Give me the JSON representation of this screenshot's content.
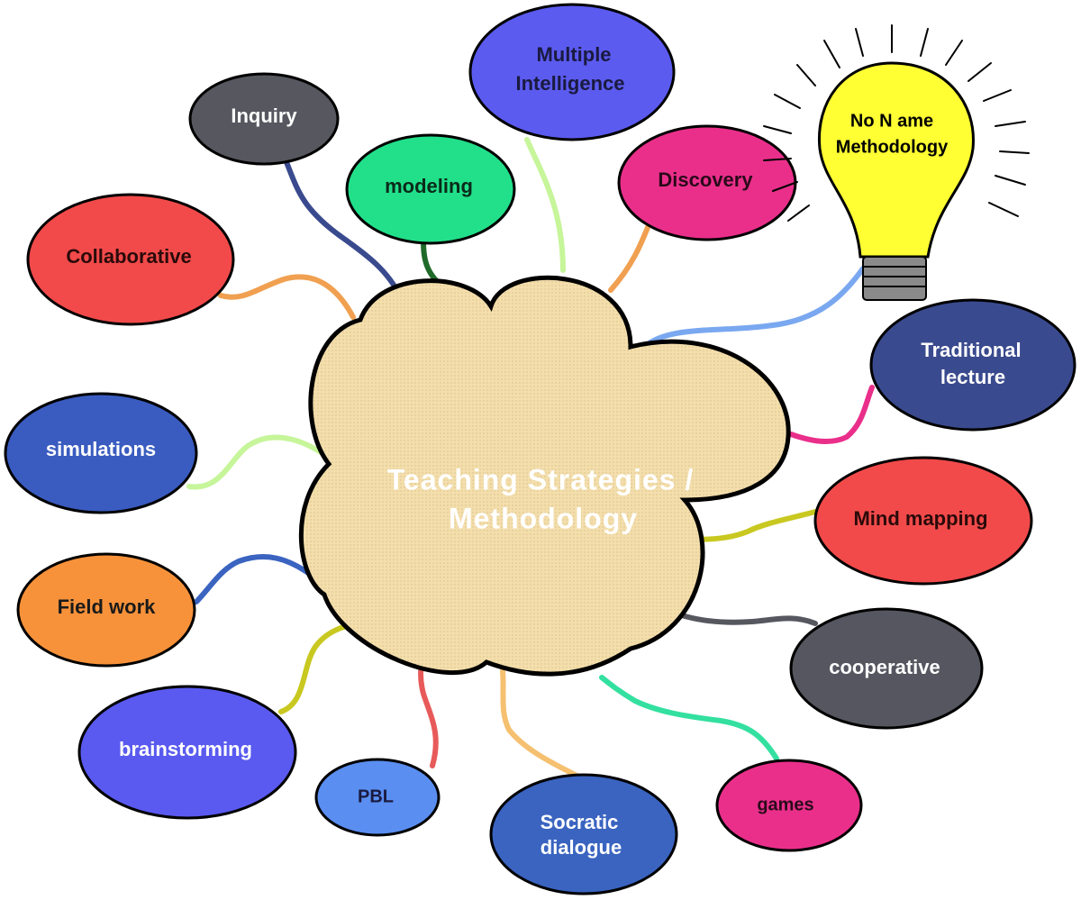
{
  "diagram": {
    "center": {
      "line1": "Teaching Strategies /",
      "line2": "Methodology"
    },
    "nodes": [
      {
        "id": "multiple-intelligence",
        "lines": [
          "Multiple",
          "Intelligence"
        ],
        "color": "#5b5bf0",
        "text_color": "#1a1a40"
      },
      {
        "id": "inquiry",
        "lines": [
          "Inquiry"
        ],
        "color": "#56575f",
        "text_color": "#ffffff"
      },
      {
        "id": "modeling",
        "lines": [
          "modeling"
        ],
        "color": "#22e08a",
        "text_color": "#0a2a1a"
      },
      {
        "id": "discovery",
        "lines": [
          "Discovery"
        ],
        "color": "#ea2f8b",
        "text_color": "#2a0a1a"
      },
      {
        "id": "collaborative",
        "lines": [
          "Collaborative"
        ],
        "color": "#f24a4a",
        "text_color": "#2a0a0a"
      },
      {
        "id": "traditional-lecture",
        "lines": [
          "Traditional",
          "lecture"
        ],
        "color": "#3a4a8e",
        "text_color": "#ffffff"
      },
      {
        "id": "simulations",
        "lines": [
          "simulations"
        ],
        "color": "#3a5cc0",
        "text_color": "#ffffff"
      },
      {
        "id": "mind-mapping",
        "lines": [
          "Mind mapping"
        ],
        "color": "#f24a4a",
        "text_color": "#2a0a0a"
      },
      {
        "id": "field-work",
        "lines": [
          "Field work"
        ],
        "color": "#f7923a",
        "text_color": "#1a1a1a"
      },
      {
        "id": "cooperative",
        "lines": [
          "cooperative"
        ],
        "color": "#55565f",
        "text_color": "#ffffff"
      },
      {
        "id": "brainstorming",
        "lines": [
          "brainstorming"
        ],
        "color": "#5a5af0",
        "text_color": "#ffffff"
      },
      {
        "id": "pbl",
        "lines": [
          "PBL"
        ],
        "color": "#5a8ef0",
        "text_color": "#1a1a40"
      },
      {
        "id": "socratic-dialogue",
        "lines": [
          "Socratic",
          "dialogue"
        ],
        "color": "#3a64c0",
        "text_color": "#ffffff"
      },
      {
        "id": "games",
        "lines": [
          "games"
        ],
        "color": "#ea2f8b",
        "text_color": "#2a0a1a"
      }
    ],
    "bulb": {
      "lines": [
        "No N ame",
        "Methodology"
      ],
      "color": "#ffff33",
      "text_color": "#000000"
    },
    "colors": {
      "cloud_fill": "#f3deac",
      "outline": "#000000",
      "center_text": "#ffffff"
    }
  }
}
